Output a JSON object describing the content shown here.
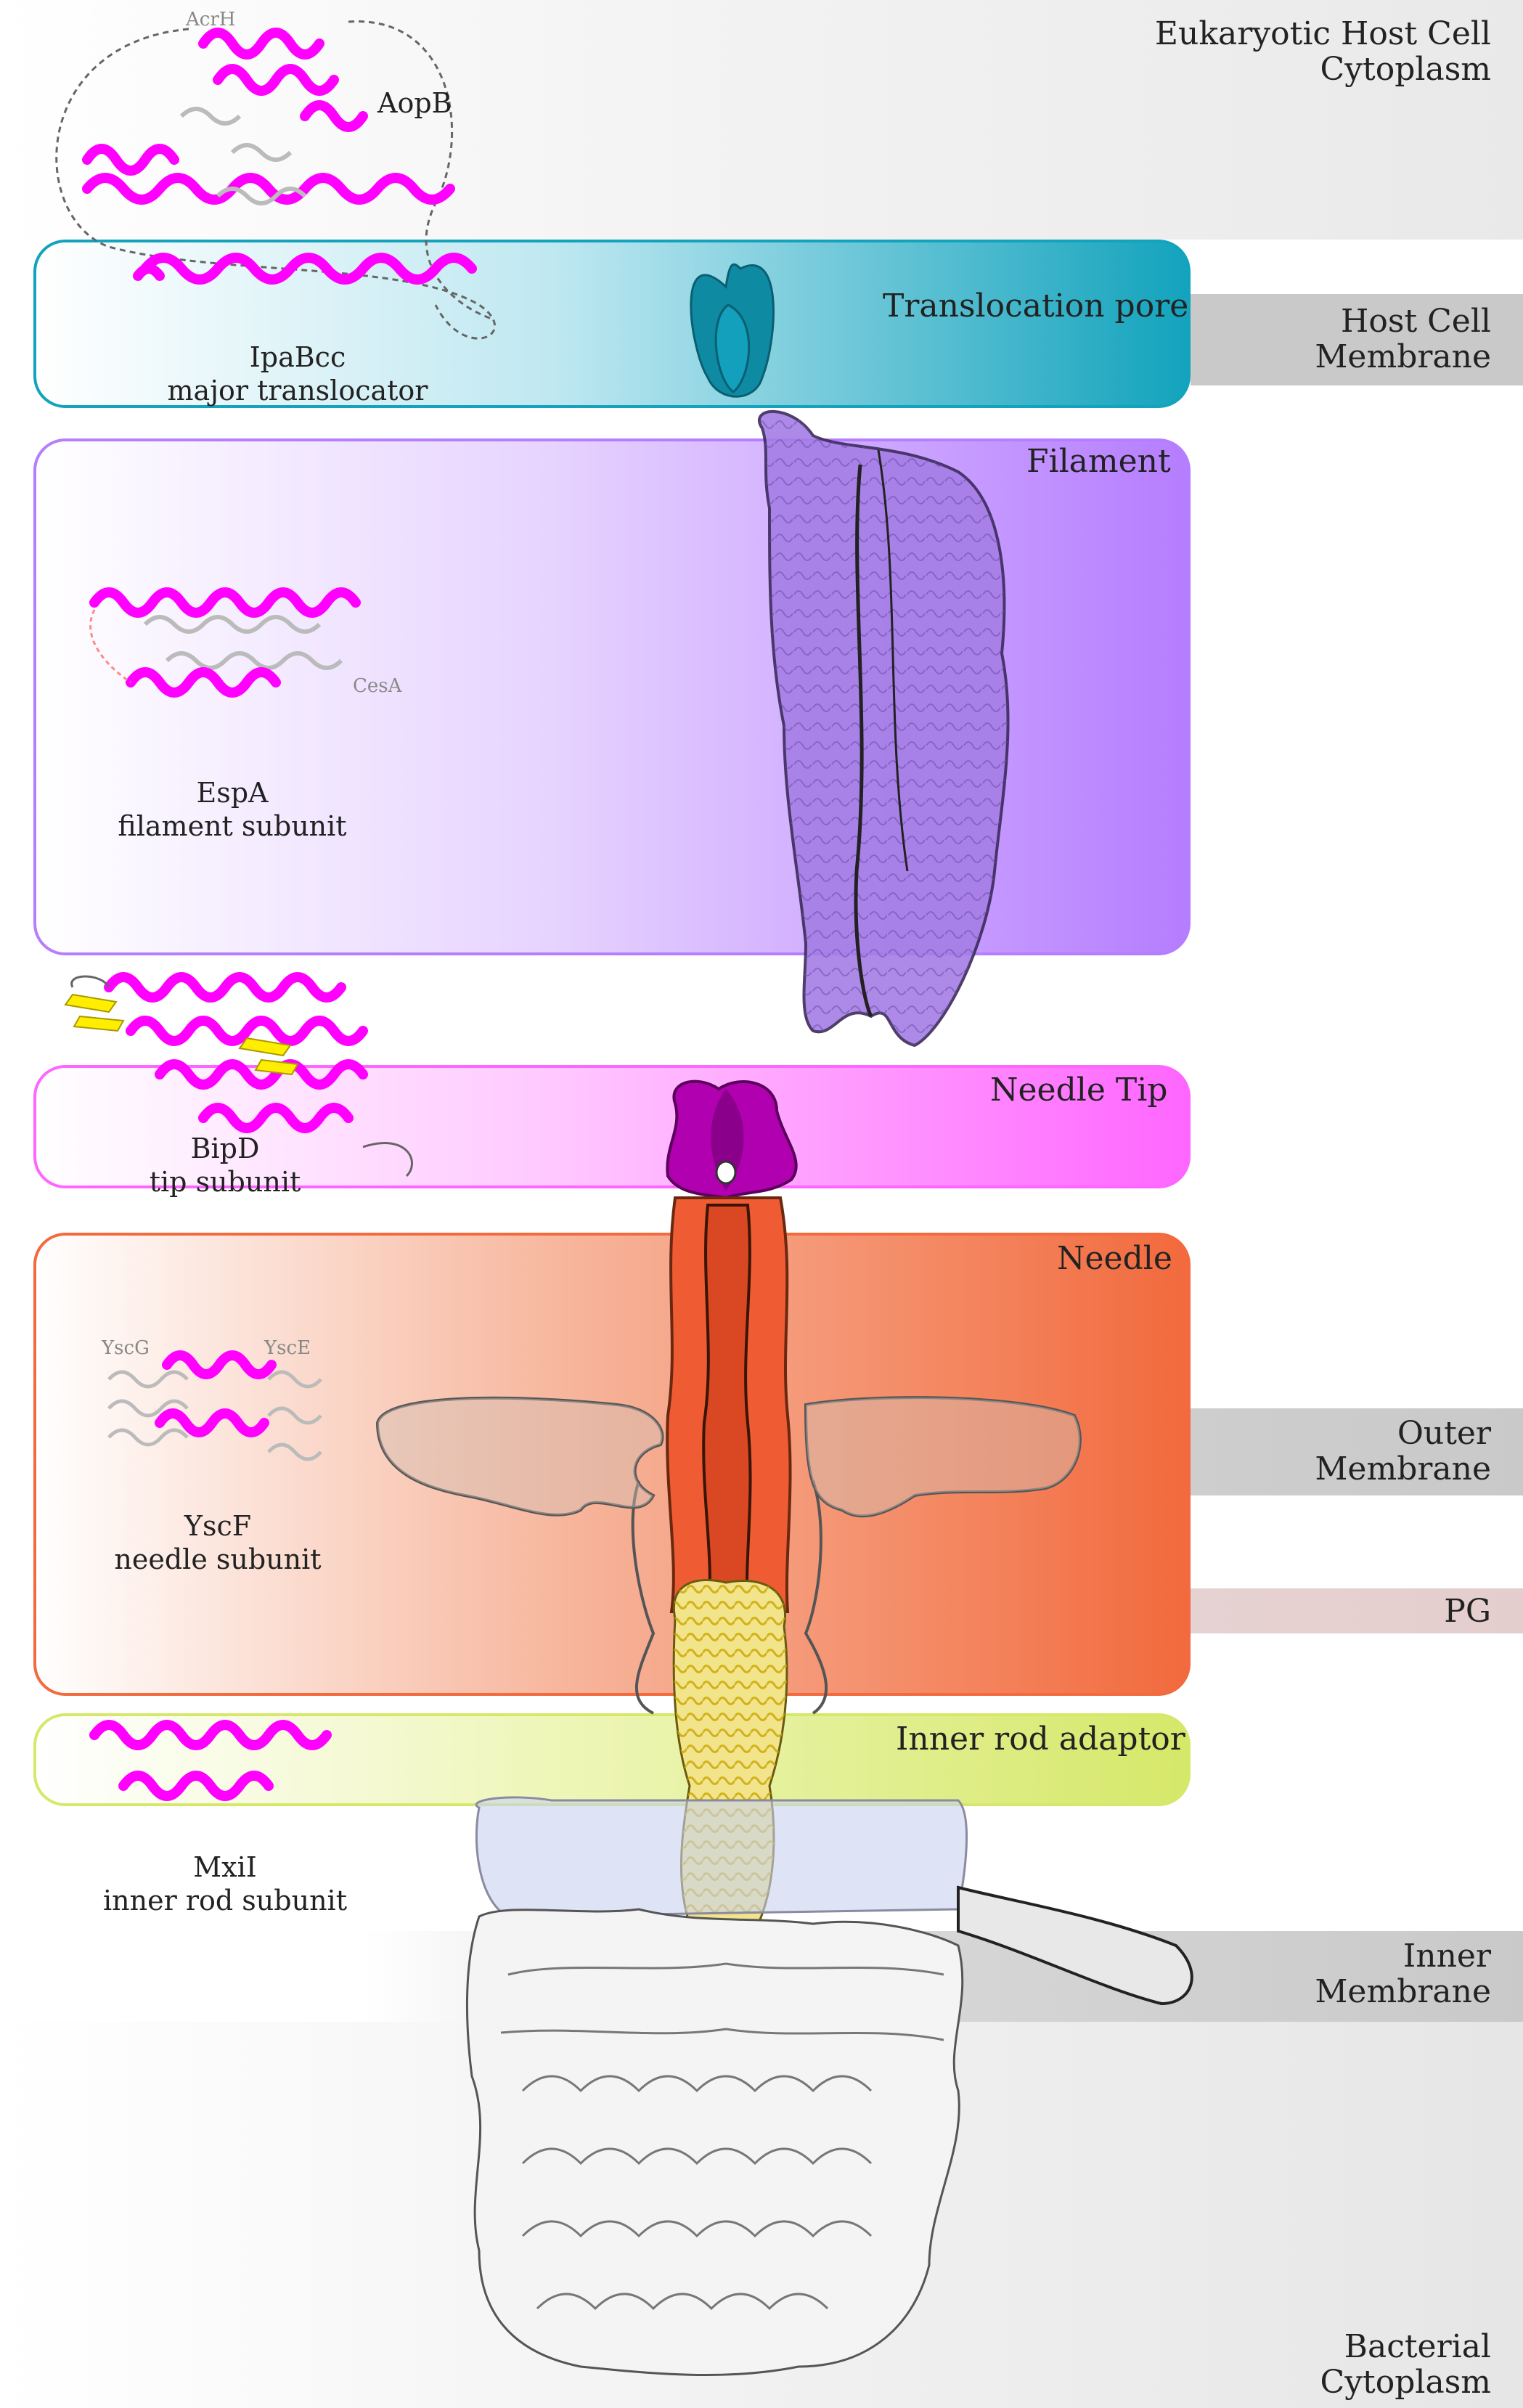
{
  "regions": {
    "host_cytoplasm": "Eukaryotic Host Cell\nCytoplasm",
    "host_membrane": "Host Cell\nMembrane",
    "outer_membrane": "Outer\nMembrane",
    "pg": "PG",
    "inner_membrane": "Inner\nMembrane",
    "bacterial_cytoplasm": "Bacterial\nCytoplasm"
  },
  "panels": {
    "translocation_pore": {
      "title": "Translocation pore",
      "color": "#13a3bd"
    },
    "filament": {
      "title": "Filament",
      "color": "#b57dff"
    },
    "needle_tip": {
      "title": "Needle Tip",
      "color": "#ff66ff"
    },
    "needle": {
      "title": "Needle",
      "color": "#f26a3d"
    },
    "inner_rod_adaptor": {
      "title": "Inner rod adaptor",
      "color": "#d6e86a"
    }
  },
  "proteins": {
    "acrh": "AcrH",
    "aopb": "AopB",
    "ipabcc": "IpaBcc\nmajor translocator",
    "cesa": "CesA",
    "espa": "EspA\nfilament subunit",
    "bipd": "BipD\ntip subunit",
    "yscg": "YscG",
    "ysce": "YscE",
    "yscf": "YscF\nneedle subunit",
    "mxil": "MxiI\ninner rod subunit"
  },
  "colors": {
    "helix": "#ff00ff",
    "sheet": "#ffee00",
    "membrane_band": "#c8c8c8",
    "pg_band": "#e4cdcd"
  }
}
